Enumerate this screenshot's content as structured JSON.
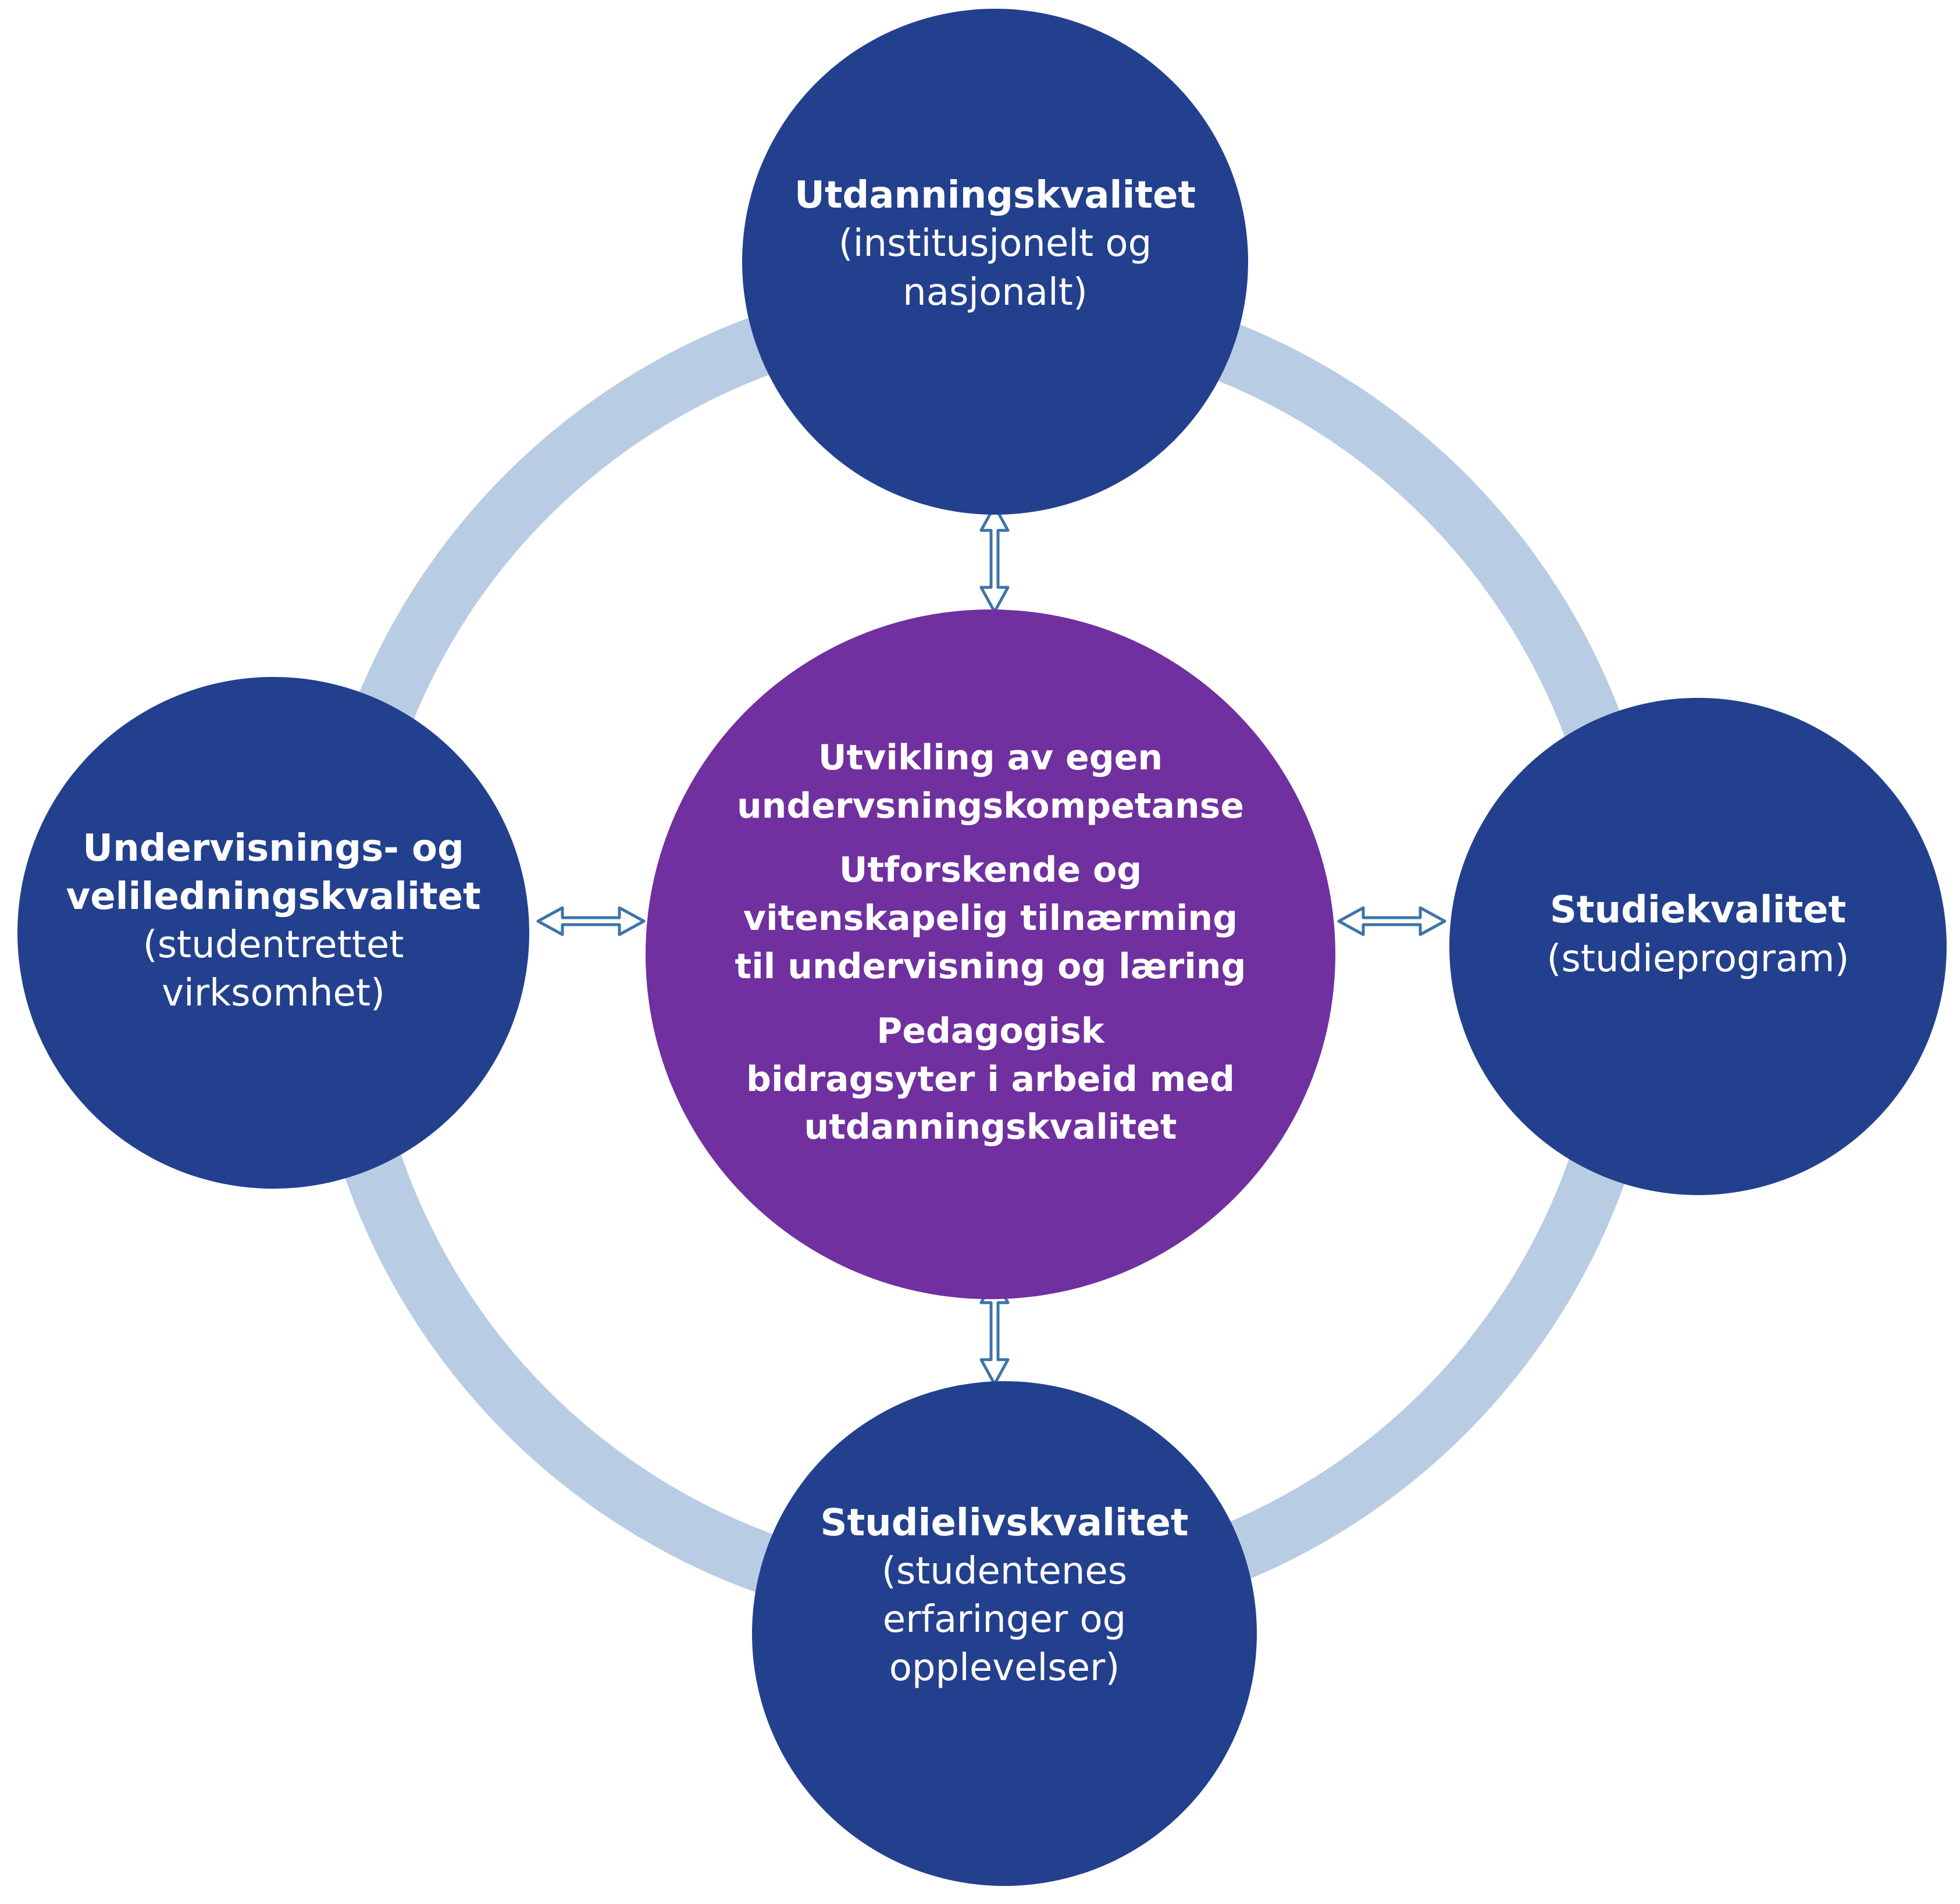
{
  "colors": {
    "outer_node": "#23408e",
    "center_node": "#7030a0",
    "ring": "#b8cce4",
    "arrow_fill": "#ffffff",
    "arrow_stroke": "#3e74a8",
    "text": "#ffffff"
  },
  "nodes": {
    "top": {
      "title": "Utdanningskvalitet",
      "sub_lines": [
        "(institusjonelt og",
        "nasjonalt)"
      ]
    },
    "left": {
      "title_lines": [
        "Undervisnings- og",
        "veliledningskvalitet"
      ],
      "sub_lines": [
        "(studentrettet",
        "virksomhet)"
      ]
    },
    "right": {
      "title": "Studiekvalitet",
      "sub_lines": [
        "(studieprogram)"
      ]
    },
    "bottom": {
      "title": "Studielivskvalitet",
      "sub_lines": [
        "(studentenes",
        "erfaringer og",
        "opplevelser)"
      ]
    },
    "center": {
      "item1_lines": [
        "Utvikling av egen",
        "undervsningskompetanse"
      ],
      "item2_lines": [
        "Utforskende og",
        "vitenskapelig tilnærming",
        "til undervisning og læring"
      ],
      "item3_lines": [
        "Pedagogisk",
        "bidragsyter i arbeid med",
        "utdanningskvalitet"
      ]
    }
  },
  "connections": [
    {
      "from": "center",
      "to": "top",
      "direction": "both"
    },
    {
      "from": "center",
      "to": "left",
      "direction": "both"
    },
    {
      "from": "center",
      "to": "right",
      "direction": "both"
    },
    {
      "from": "center",
      "to": "bottom",
      "direction": "both"
    }
  ]
}
